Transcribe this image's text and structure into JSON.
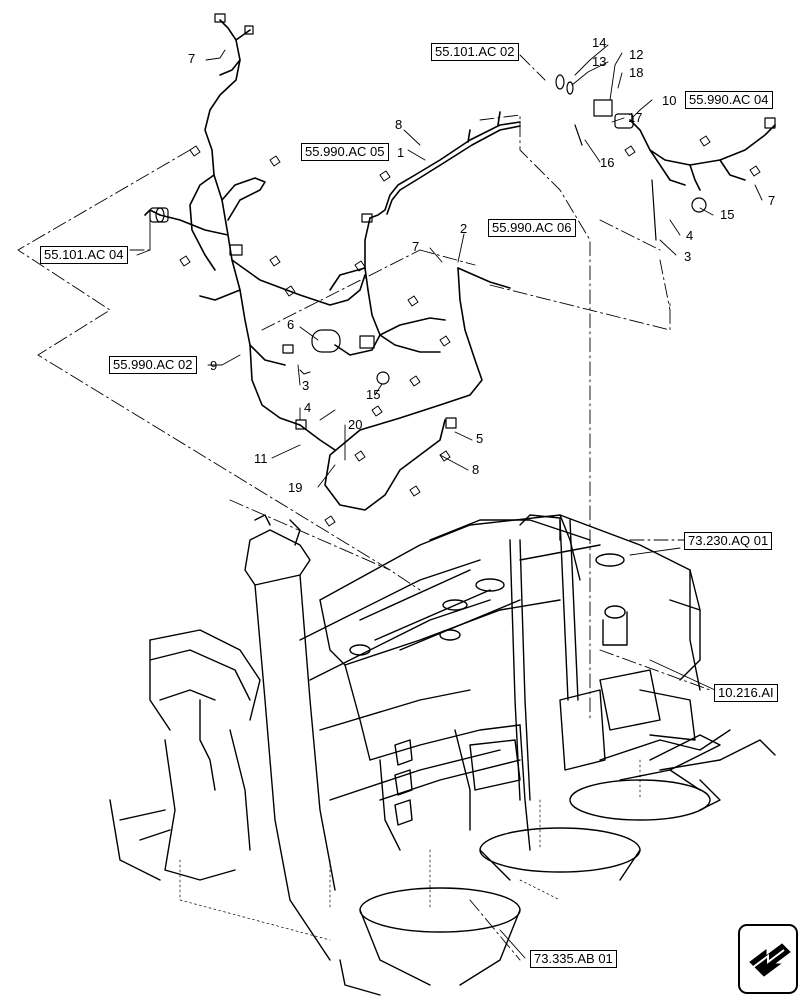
{
  "references": [
    {
      "id": "ref-55-101-ac-02",
      "label": "55.101.AC 02"
    },
    {
      "id": "ref-55-990-ac-04",
      "label": "55.990.AC 04"
    },
    {
      "id": "ref-55-990-ac-05",
      "label": "55.990.AC 05"
    },
    {
      "id": "ref-55-990-ac-06",
      "label": "55.990.AC 06"
    },
    {
      "id": "ref-55-101-ac-04",
      "label": "55.101.AC 04"
    },
    {
      "id": "ref-55-990-ac-02",
      "label": "55.990.AC 02"
    },
    {
      "id": "ref-73-230-aq-01",
      "label": "73.230.AQ 01"
    },
    {
      "id": "ref-10-216-ai",
      "label": "10.216.AI"
    },
    {
      "id": "ref-73-335-ab-01",
      "label": "73.335.AB 01"
    }
  ],
  "callouts": [
    "1",
    "2",
    "3",
    "4",
    "5",
    "6",
    "7",
    "8",
    "9",
    "10",
    "11",
    "12",
    "13",
    "14",
    "15",
    "16",
    "17",
    "18",
    "19",
    "20"
  ],
  "icons": {
    "navigation": "page-forward-arrow-icon"
  },
  "colors": {
    "line": "#000000",
    "background": "#ffffff"
  }
}
